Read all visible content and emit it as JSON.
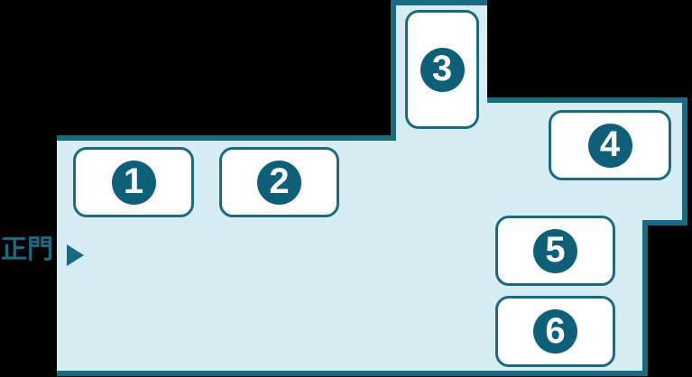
{
  "map": {
    "gate_label": "正門",
    "gate_arrow_icon": "right-triangle-arrow",
    "buildings": [
      {
        "number": "1"
      },
      {
        "number": "2"
      },
      {
        "number": "3"
      },
      {
        "number": "4"
      },
      {
        "number": "5"
      },
      {
        "number": "6"
      }
    ],
    "colors": {
      "teal": "#1a6b81",
      "circle": "#0d6078",
      "area_fill": "#d5edf3",
      "building_fill": "#ffffff",
      "badge_text": "#ffffff",
      "background": "#000000"
    }
  }
}
